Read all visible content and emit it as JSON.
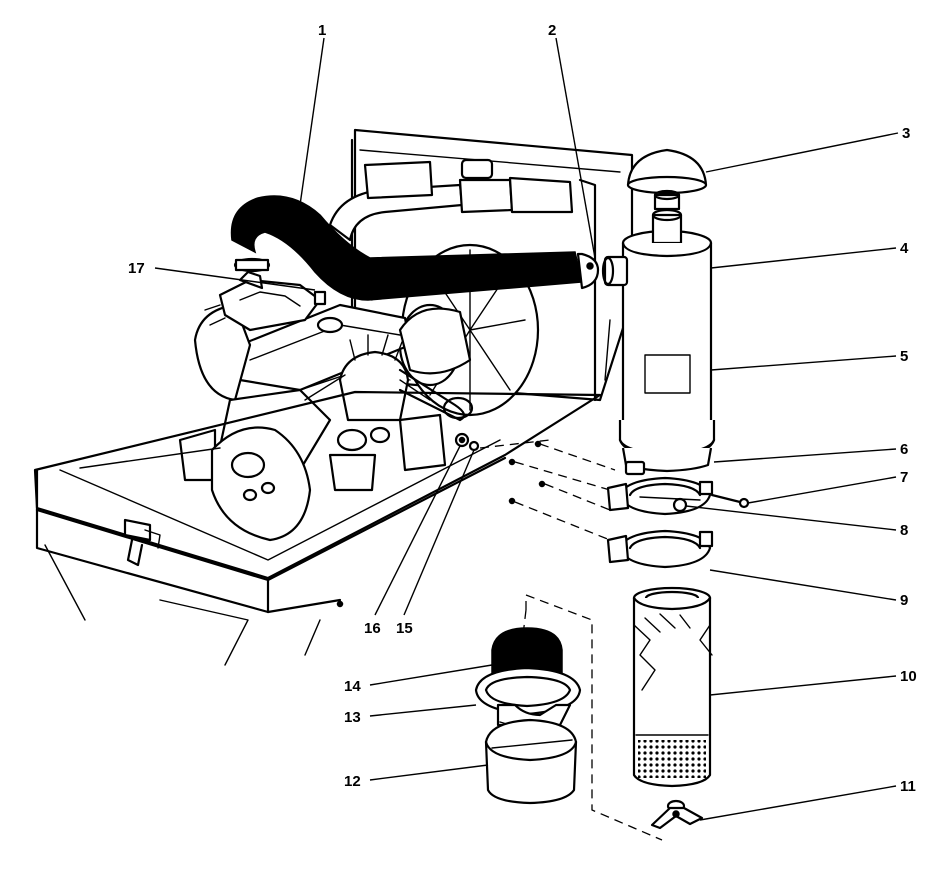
{
  "callouts": [
    {
      "label": "1"
    },
    {
      "label": "2"
    },
    {
      "label": "3"
    },
    {
      "label": "4"
    },
    {
      "label": "5"
    },
    {
      "label": "6"
    },
    {
      "label": "7"
    },
    {
      "label": "8"
    },
    {
      "label": "9"
    },
    {
      "label": "10"
    },
    {
      "label": "11"
    },
    {
      "label": "12"
    },
    {
      "label": "13"
    },
    {
      "label": "14"
    },
    {
      "label": "15"
    },
    {
      "label": "16"
    },
    {
      "label": "17"
    }
  ],
  "colors": {
    "ink": "#000000",
    "paper": "#ffffff"
  }
}
